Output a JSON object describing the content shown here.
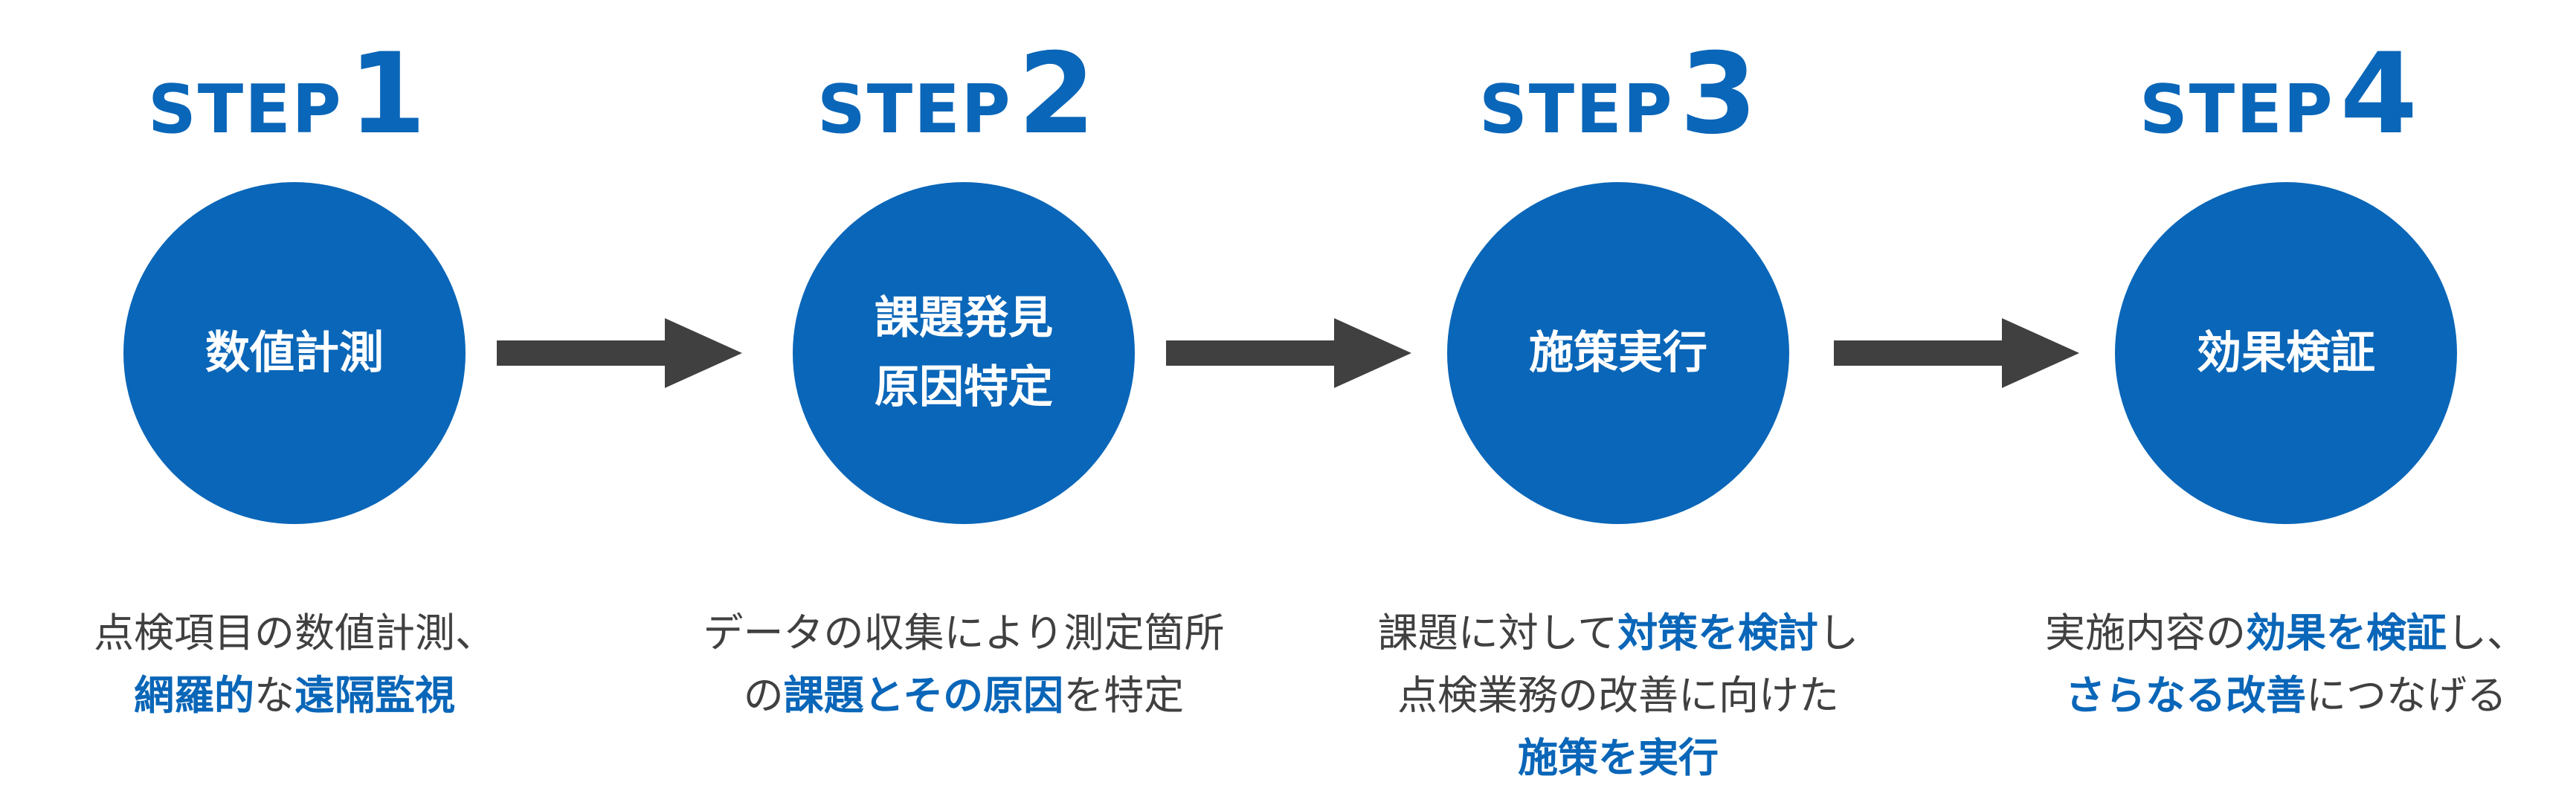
{
  "colors": {
    "accent": "#0a66b8",
    "arrow": "#404040",
    "text": "#404040"
  },
  "steps": [
    {
      "step_word": "STEP",
      "step_number": "1",
      "circle_lines": [
        "数値計測"
      ],
      "desc": [
        [
          {
            "t": "点検項目の数値計測、",
            "h": false
          }
        ],
        [
          {
            "t": "網羅的",
            "h": true
          },
          {
            "t": "な",
            "h": false
          },
          {
            "t": "遠隔監視",
            "h": true
          }
        ]
      ]
    },
    {
      "step_word": "STEP",
      "step_number": "2",
      "circle_lines": [
        "課題発見",
        "原因特定"
      ],
      "desc": [
        [
          {
            "t": "データの収集により測定箇所",
            "h": false
          }
        ],
        [
          {
            "t": "の",
            "h": false
          },
          {
            "t": "課題とその原因",
            "h": true
          },
          {
            "t": "を特定",
            "h": false
          }
        ]
      ]
    },
    {
      "step_word": "STEP",
      "step_number": "3",
      "circle_lines": [
        "施策実行"
      ],
      "desc": [
        [
          {
            "t": "課題に対して",
            "h": false
          },
          {
            "t": "対策を検討",
            "h": true
          },
          {
            "t": "し",
            "h": false
          }
        ],
        [
          {
            "t": "点検業務の改善に向けた",
            "h": false
          }
        ],
        [
          {
            "t": "施策を実行",
            "h": true
          }
        ]
      ]
    },
    {
      "step_word": "STEP",
      "step_number": "4",
      "circle_lines": [
        "効果検証"
      ],
      "desc": [
        [
          {
            "t": "実施内容の",
            "h": false
          },
          {
            "t": "効果を検証",
            "h": true
          },
          {
            "t": "し、",
            "h": false
          }
        ],
        [
          {
            "t": "さらなる改善",
            "h": true
          },
          {
            "t": "につなげる",
            "h": false
          }
        ]
      ]
    }
  ]
}
